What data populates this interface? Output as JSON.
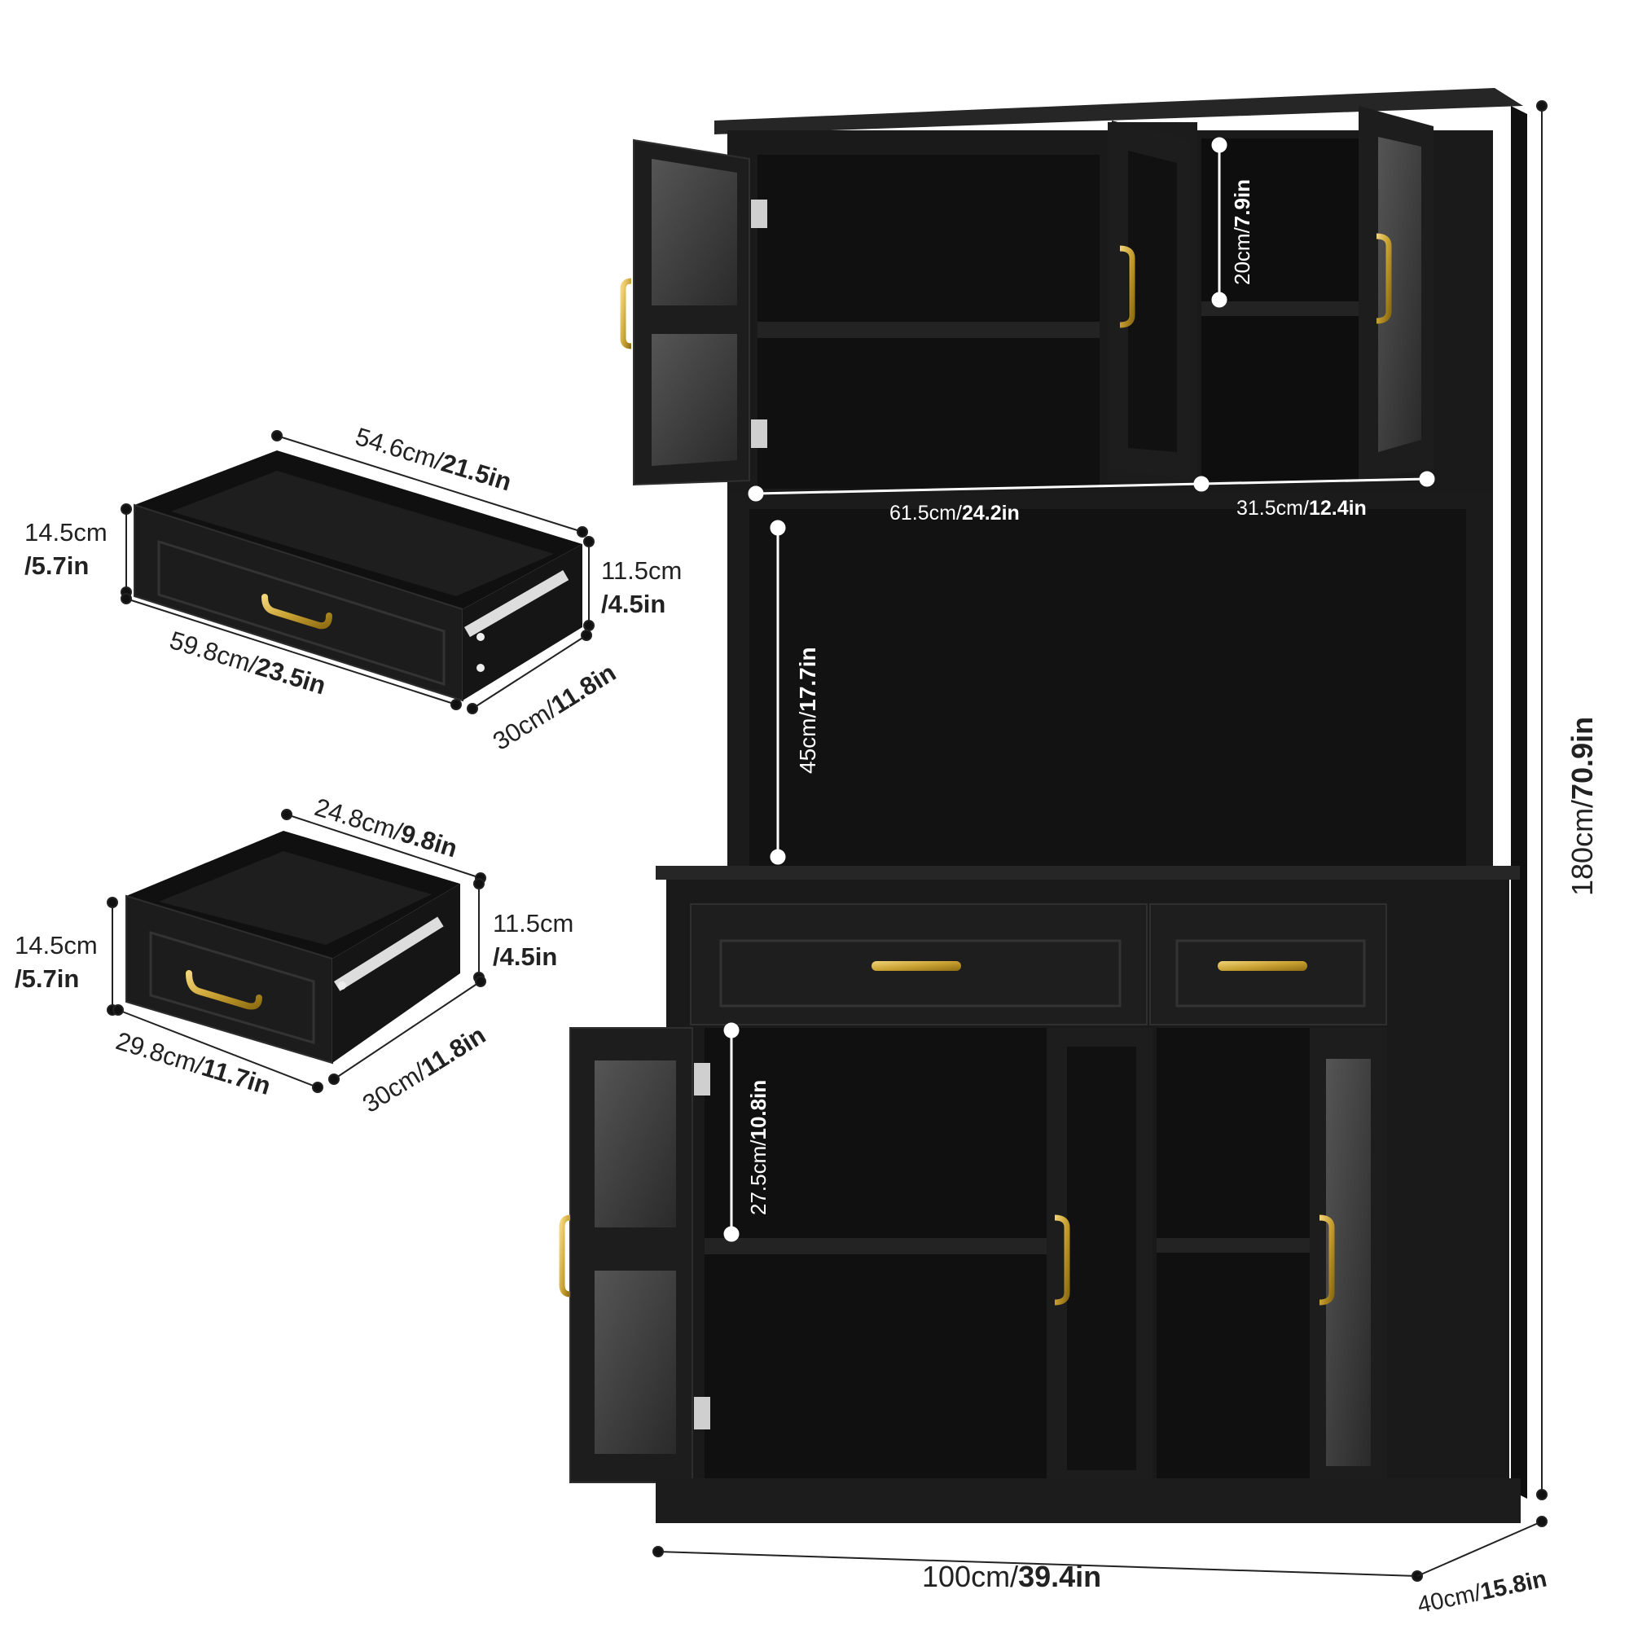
{
  "colors": {
    "cabinet": "#1c1c1c",
    "cabinet_edge": "#2b2b2b",
    "interior": "#141414",
    "glass": "#3a3a3a",
    "handle": "#c9a233",
    "dimension_line": "#222222",
    "background": "#ffffff"
  },
  "dimensions": {
    "total_height": {
      "cm": "180cm/",
      "in": "70.9in"
    },
    "total_width": {
      "cm": "100cm/",
      "in": "39.4in"
    },
    "depth": {
      "cm": "40cm/",
      "in": "15.8in"
    },
    "upper_left_width": {
      "cm": "61.5cm/",
      "in": "24.2in"
    },
    "upper_right_width": {
      "cm": "31.5cm/",
      "in": "12.4in"
    },
    "upper_shelf_height": {
      "cm": "20cm/",
      "in": "7.9in"
    },
    "open_shelf_height": {
      "cm": "45cm/",
      "in": "17.7in"
    },
    "lower_shelf_height": {
      "cm": "27.5cm/",
      "in": "10.8in"
    }
  },
  "large_drawer": {
    "inner_width": {
      "cm": "54.6cm/",
      "in": "21.5in"
    },
    "outer_width": {
      "cm": "59.8cm/",
      "in": "23.5in"
    },
    "front_height": {
      "cm": "14.5cm",
      "in": "/5.7in"
    },
    "inner_height": {
      "cm": "11.5cm",
      "in": "/4.5in"
    },
    "depth": {
      "cm": "30cm/",
      "in": "11.8in"
    }
  },
  "small_drawer": {
    "inner_width": {
      "cm": "24.8cm/",
      "in": "9.8in"
    },
    "outer_width": {
      "cm": "29.8cm/",
      "in": "11.7in"
    },
    "front_height": {
      "cm": "14.5cm",
      "in": "/5.7in"
    },
    "inner_height": {
      "cm": "11.5cm",
      "in": "/4.5in"
    },
    "depth": {
      "cm": "30cm/",
      "in": "11.8in"
    }
  }
}
